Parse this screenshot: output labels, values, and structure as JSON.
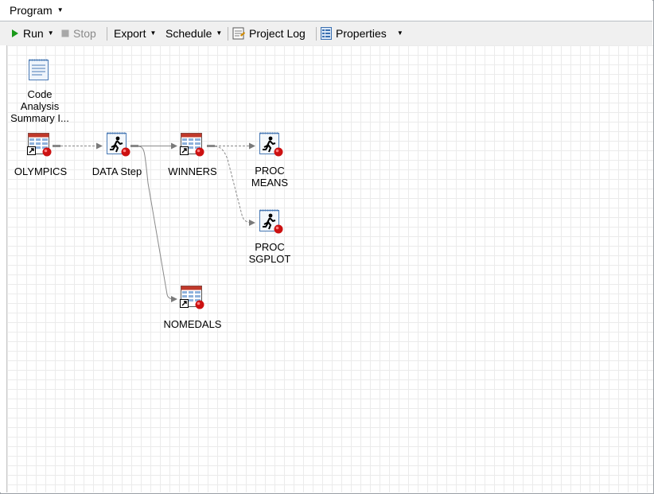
{
  "menubar": {
    "program_label": "Program"
  },
  "toolbar": {
    "run_label": "Run",
    "stop_label": "Stop",
    "export_label": "Export",
    "schedule_label": "Schedule",
    "project_log_label": "Project Log",
    "properties_label": "Properties"
  },
  "nodes": {
    "code_analysis": {
      "line1": "Code",
      "line2": "Analysis",
      "line3": "Summary I..."
    },
    "olympics": {
      "label": "OLYMPICS"
    },
    "data_step": {
      "label": "DATA Step"
    },
    "winners": {
      "label": "WINNERS"
    },
    "proc_means": {
      "line1": "PROC",
      "line2": "MEANS"
    },
    "proc_sgplot": {
      "line1": "PROC",
      "line2": "SGPLOT"
    },
    "nomedals": {
      "label": "NOMEDALS"
    }
  },
  "colors": {
    "run_green": "#1a9a1a",
    "node_red": "#cc1111",
    "toolbar_bg": "#f0f0f0"
  }
}
